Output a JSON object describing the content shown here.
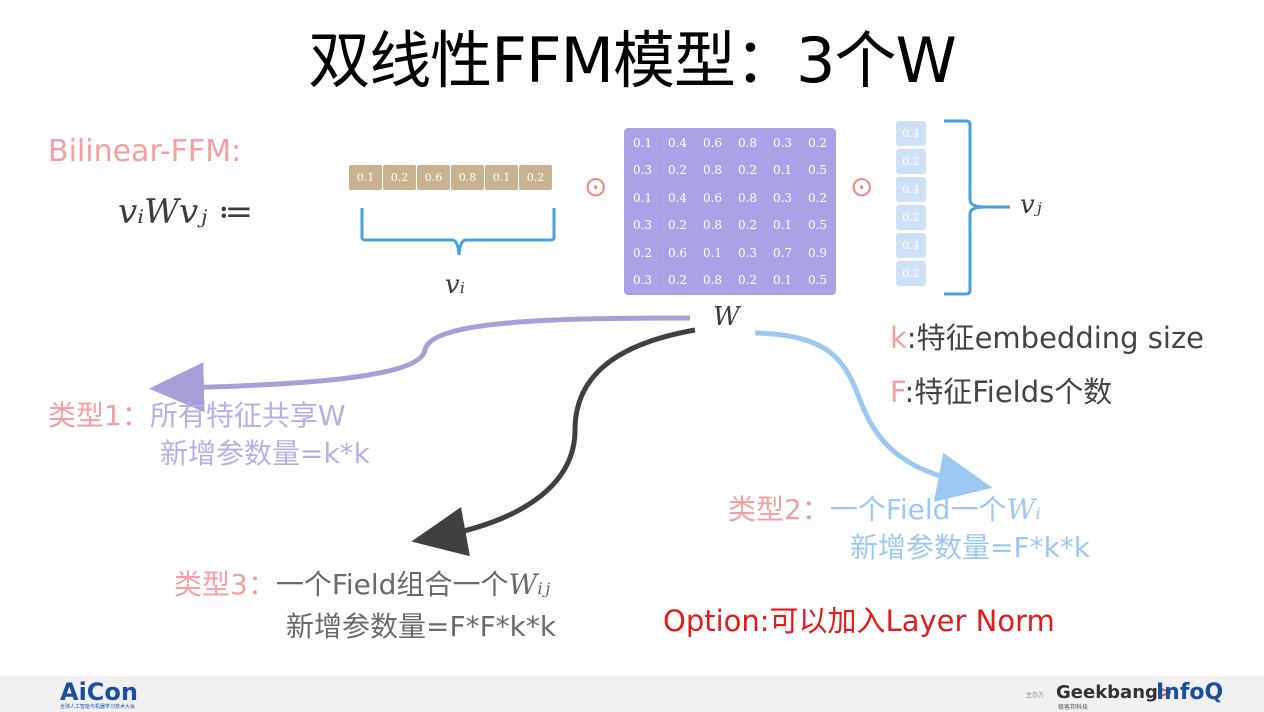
{
  "title": "双线性FFM模型：3个W",
  "formula": {
    "label": "Bilinear-FFM:",
    "expr": "vᵢWvⱼ ≔"
  },
  "vi": {
    "values": [
      "0.1",
      "0.2",
      "0.6",
      "0.8",
      "0.1",
      "0.2"
    ],
    "label": "vᵢ"
  },
  "w_matrix": {
    "rows": [
      [
        "0.1",
        "0.4",
        "0.6",
        "0.8",
        "0.3",
        "0.2"
      ],
      [
        "0.3",
        "0.2",
        "0.8",
        "0.2",
        "0.1",
        "0.5"
      ],
      [
        "0.1",
        "0.4",
        "0.6",
        "0.8",
        "0.3",
        "0.2"
      ],
      [
        "0.3",
        "0.2",
        "0.8",
        "0.2",
        "0.1",
        "0.5"
      ],
      [
        "0.2",
        "0.6",
        "0.1",
        "0.3",
        "0.7",
        "0.9"
      ],
      [
        "0.3",
        "0.2",
        "0.8",
        "0.2",
        "0.1",
        "0.5"
      ]
    ],
    "label": "W"
  },
  "vj": {
    "values": [
      "0.4",
      "0.2",
      "0.4",
      "0.2",
      "0.4",
      "0.2"
    ],
    "label": "vⱼ"
  },
  "operator": "⊙",
  "legend": {
    "k_key": "k",
    "k_text": ":特征embedding size",
    "f_key": "F",
    "f_text": ":特征Fields个数"
  },
  "type1": {
    "tag": "类型1：",
    "line1": "所有特征共享W",
    "line2": "新增参数量=k*k"
  },
  "type2": {
    "tag": "类型2：",
    "line1": "一个Field一个",
    "sym": "Wᵢ",
    "line2": "新增参数量=F*k*k"
  },
  "type3": {
    "tag": "类型3：",
    "line1": "一个Field组合一个",
    "sym": "Wᵢⱼ",
    "line2": "新增参数量=F*F*k*k"
  },
  "option": "Option:可以加入Layer Norm",
  "footer": {
    "logo": "AiCon",
    "logo_sub": "全球人工智能与机器学习技术大会",
    "sponsor_label": "主办方",
    "geek_a": "Geek",
    "geek_b": "bang",
    "geek_c": ">.",
    "geek_sub": "极客邦科技",
    "infoq": "InfoQ"
  }
}
